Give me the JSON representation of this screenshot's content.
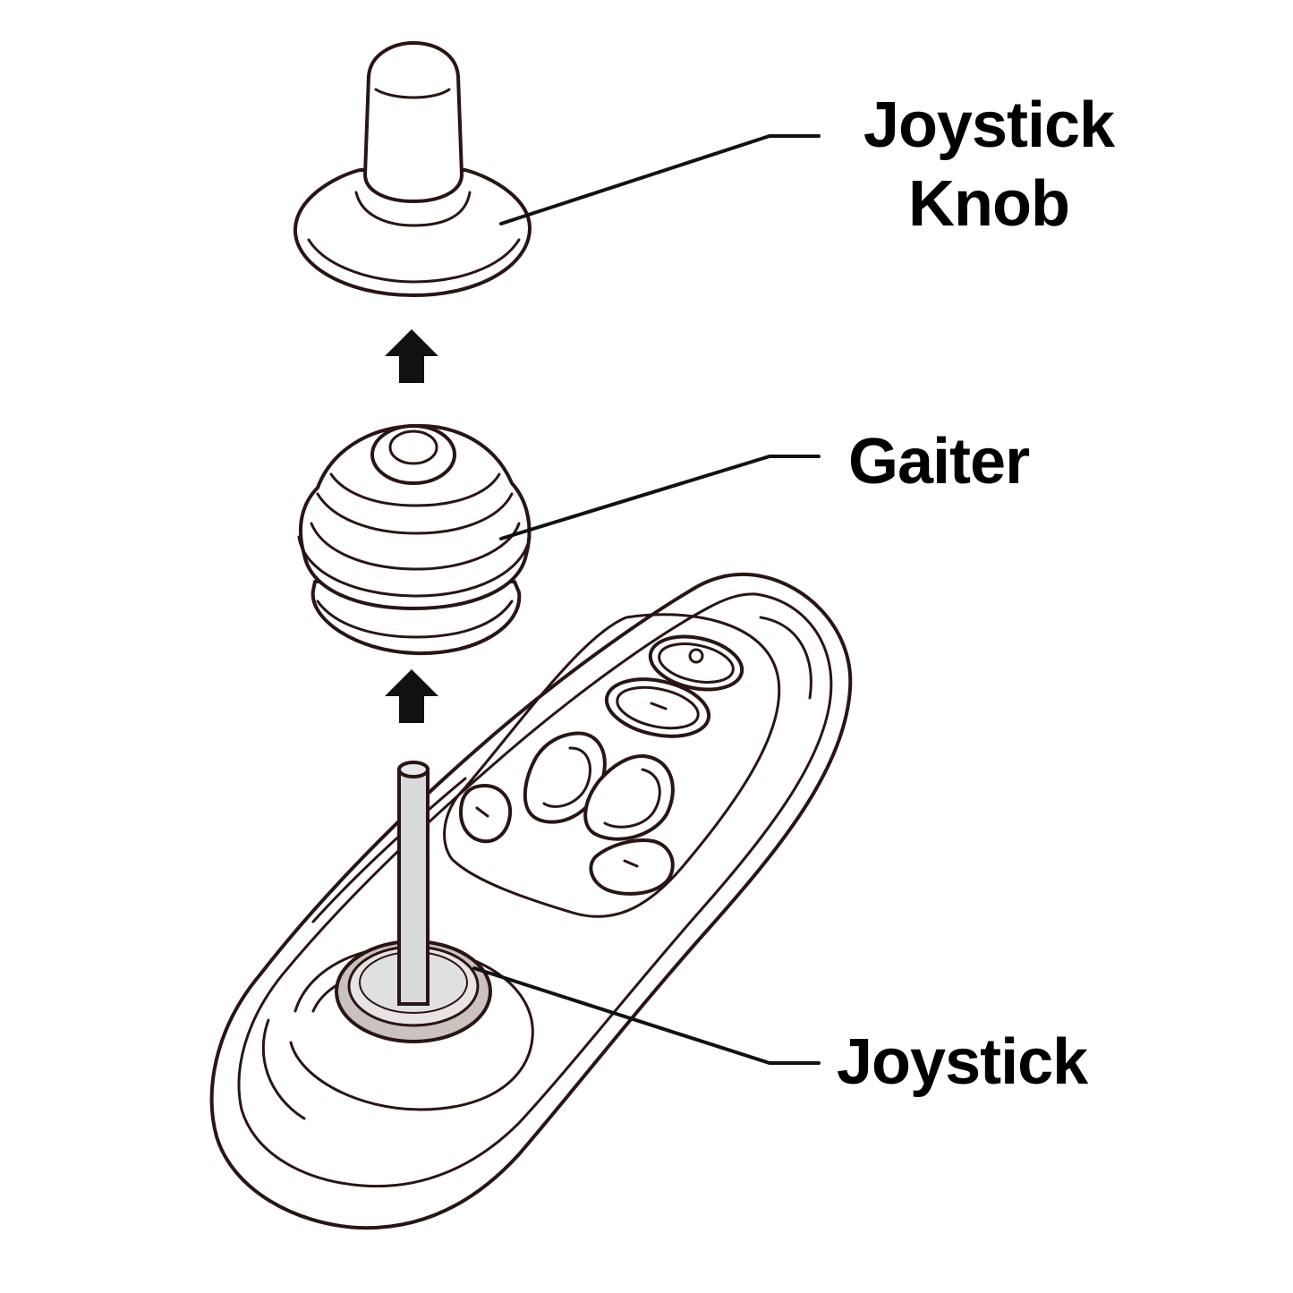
{
  "labels": {
    "joystick_knob_line1": "Joystick",
    "joystick_knob_line2": "Knob",
    "gaiter": "Gaiter",
    "joystick": "Joystick"
  },
  "colors": {
    "outline": "#2a1414",
    "pointer_line": "#111111",
    "arrow": "#111111",
    "shaft_fill": "#d9dadb",
    "ring_fill": "#c9c2bf",
    "background": "#ffffff"
  },
  "icons": [
    "up-arrow-icon",
    "up-arrow-icon"
  ]
}
